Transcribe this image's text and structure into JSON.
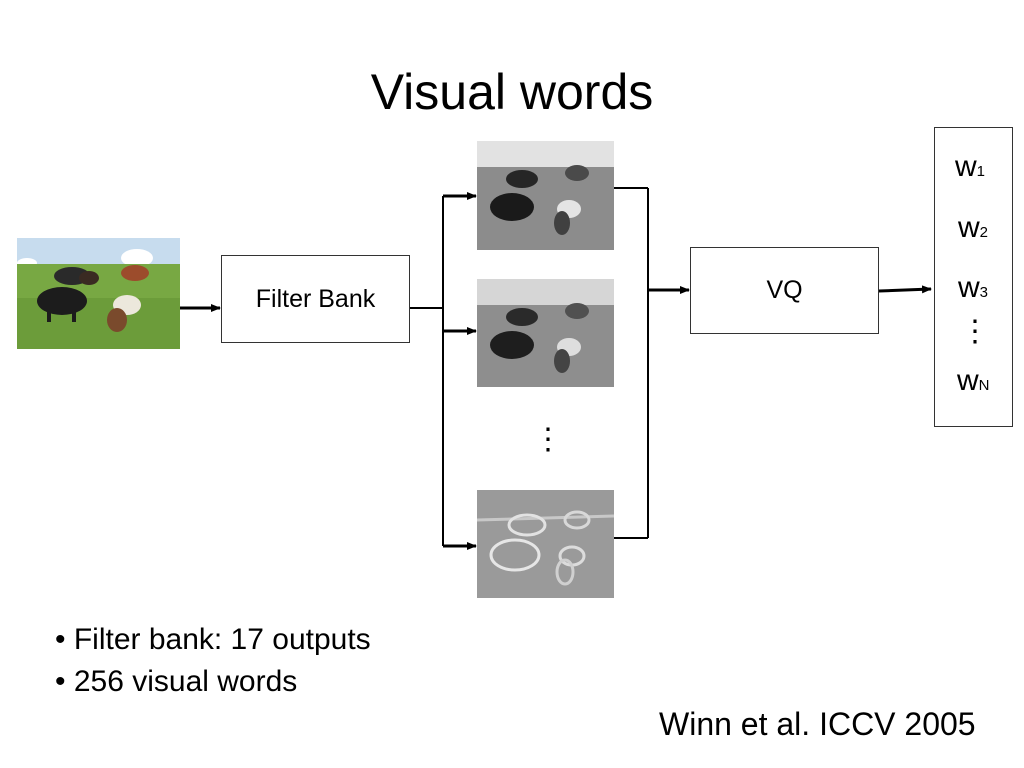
{
  "title": "Visual words",
  "filter_label": "Filter Bank",
  "vq_label": "VQ",
  "words": [
    {
      "base": "w",
      "sub": "1"
    },
    {
      "base": "w",
      "sub": "2"
    },
    {
      "base": "w",
      "sub": "3"
    },
    {
      "base": "w",
      "sub": "N"
    }
  ],
  "vertical_ellipsis": "⋮",
  "bullets": [
    "• Filter bank: 17 outputs",
    "• 256 visual words"
  ],
  "citation": "Winn et al. ICCV 2005",
  "colors": {
    "sky": "#c9dbe9",
    "grass": "#74a63e",
    "line": "#000000"
  }
}
